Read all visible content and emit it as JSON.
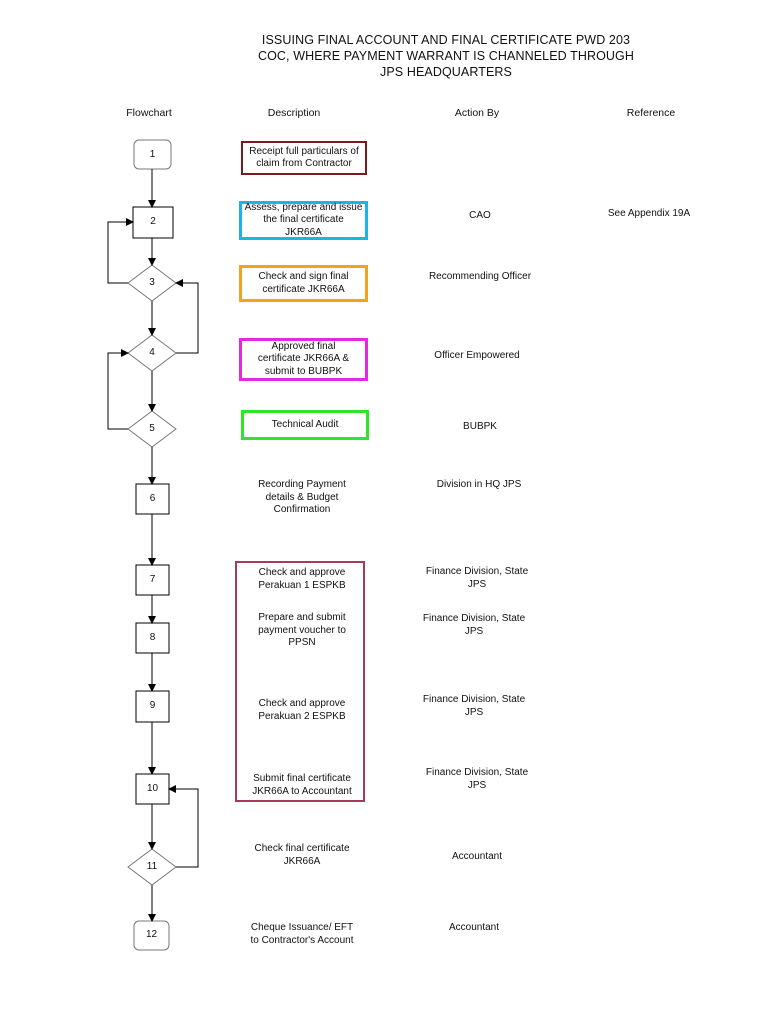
{
  "title_lines": [
    "ISSUING FINAL ACCOUNT AND FINAL CERTIFICATE PWD 203",
    "COC, WHERE PAYMENT WARRANT IS CHANNELED THROUGH",
    "JPS HEADQUARTERS"
  ],
  "columns": {
    "flowchart": "Flowchart",
    "description": "Description",
    "action_by": "Action By",
    "reference": "Reference"
  },
  "steps": [
    {
      "id": "1",
      "shape": "terminal",
      "description": [
        "Receipt full particulars of",
        "claim from Contractor"
      ],
      "box_color": "#7b1a1f",
      "action": [],
      "reference": ""
    },
    {
      "id": "2",
      "shape": "process",
      "description": [
        "Assess, prepare and issue",
        "the final certificate",
        "JKR66A"
      ],
      "box_color": "#19b4e8",
      "action": [
        "CAO"
      ],
      "reference": "See Appendix 19A"
    },
    {
      "id": "3",
      "shape": "decision",
      "description": [
        "Check and sign final",
        "certificate JKR66A"
      ],
      "box_color": "#f3a21c",
      "action": [
        "Recommending Officer"
      ],
      "reference": ""
    },
    {
      "id": "4",
      "shape": "decision",
      "description": [
        "Approved final",
        "certificate JKR66A &",
        "submit to BUBPK"
      ],
      "box_color": "#e629e0",
      "action": [
        "Officer Empowered"
      ],
      "reference": ""
    },
    {
      "id": "5",
      "shape": "decision",
      "description": [
        "Technical Audit"
      ],
      "box_color": "#2ee52a",
      "action": [
        "BUBPK"
      ],
      "reference": ""
    },
    {
      "id": "6",
      "shape": "process",
      "description": [
        "Recording Payment",
        "details & Budget",
        "Confirmation"
      ],
      "box_color": "",
      "action": [
        "Division in HQ JPS"
      ],
      "reference": ""
    },
    {
      "id": "7",
      "shape": "process",
      "description": [
        "Check and approve",
        "Perakuan 1 ESPKB"
      ],
      "box_color": "",
      "action": [
        "Finance Division, State",
        "JPS"
      ],
      "reference": ""
    },
    {
      "id": "8",
      "shape": "process",
      "description": [
        "Prepare and submit",
        "payment voucher to",
        "PPSN"
      ],
      "box_color": "",
      "action": [
        "Finance Division, State",
        "JPS"
      ],
      "reference": ""
    },
    {
      "id": "9",
      "shape": "process",
      "description": [
        "Check and approve",
        "Perakuan 2 ESPKB"
      ],
      "box_color": "",
      "action": [
        "Finance Division, State",
        "JPS"
      ],
      "reference": ""
    },
    {
      "id": "10",
      "shape": "process",
      "description": [
        "Submit final certificate",
        "JKR66A to Accountant"
      ],
      "box_color": "",
      "action": [
        "Finance Division, State",
        "JPS"
      ],
      "reference": ""
    },
    {
      "id": "11",
      "shape": "decision",
      "description": [
        "Check final certificate",
        "JKR66A"
      ],
      "box_color": "",
      "action": [
        "Accountant"
      ],
      "reference": ""
    },
    {
      "id": "12",
      "shape": "terminal",
      "description": [
        "Cheque Issuance/ EFT",
        "to Contractor's Account"
      ],
      "box_color": "",
      "action": [
        "Accountant"
      ],
      "reference": ""
    }
  ],
  "group_box": {
    "covers_steps": [
      "7",
      "8",
      "9",
      "10"
    ],
    "color": "#a53a5a"
  }
}
